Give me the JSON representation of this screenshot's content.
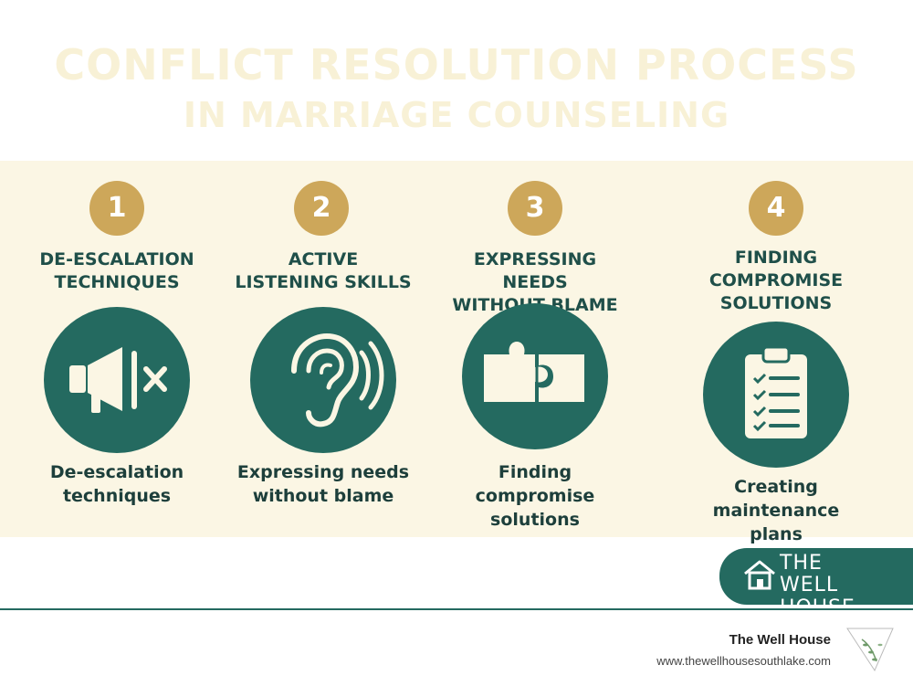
{
  "header": {
    "title_line1": "CONFLICT RESOLUTION PROCESS",
    "title_line2": "IN MARRIAGE COUNSELING"
  },
  "steps": [
    {
      "number": "1",
      "title": "DE-ESCALATION\nTECHNIQUES",
      "icon": "megaphone-mute-icon",
      "description": "De-escalation\ntechniques"
    },
    {
      "number": "2",
      "title": "ACTIVE\nLISTENING SKILLS",
      "icon": "ear-icon",
      "description": "Expressing needs\nwithout blame"
    },
    {
      "number": "3",
      "title": "EXPRESSING NEEDS\nWITHOUT BLAME",
      "icon": "puzzle-icon",
      "description": "Finding compromise\nsolutions"
    },
    {
      "number": "4",
      "title": "FINDING\nCOMPROMISE\nSOLUTIONS",
      "icon": "clipboard-checklist-icon",
      "description": "Creating\nmaintenance plans"
    }
  ],
  "brand_logo": {
    "line1": "THE",
    "line2": "WELL HOUSE",
    "icon": "house-icon"
  },
  "footer": {
    "name": "The Well House",
    "url": "www.thewellhousesouthlake.com",
    "logo": "the-well-house-leaf-logo"
  },
  "colors": {
    "teal": "#246a60",
    "gold": "#cda75a",
    "panel_cream": "#fbf6e4",
    "title_faded": "#f8f1d6"
  }
}
